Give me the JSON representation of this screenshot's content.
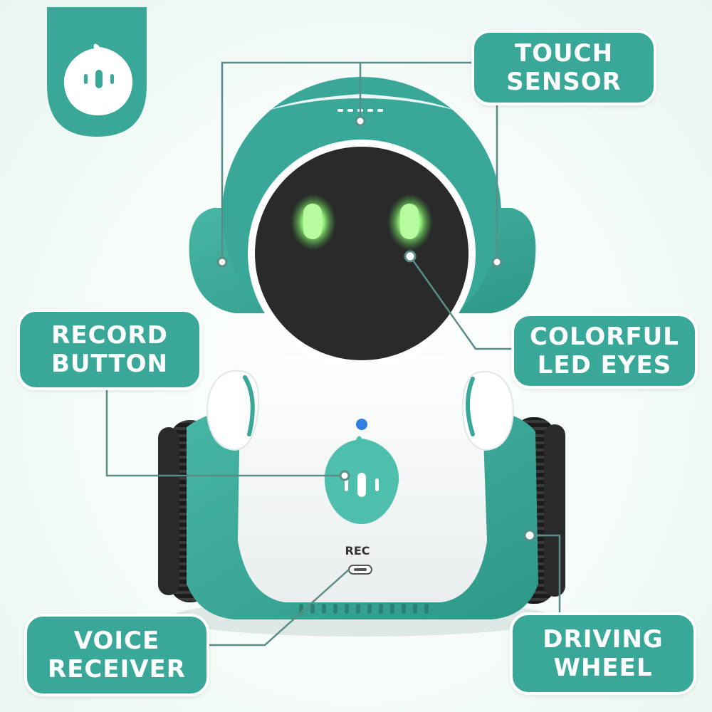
{
  "callouts": {
    "touch_sensor": "TOUCH\nSENSOR",
    "colorful_led_eyes": "COLORFUL\nLED EYES",
    "record_button": "RECORD\nBUTTON",
    "voice_receiver": "VOICE\nRECEIVER",
    "driving_wheel": "DRIVING\nWHEEL"
  },
  "robot": {
    "rec_label": "REC"
  },
  "colors": {
    "teal": "#3aa898",
    "teal_dark": "#2c8f80",
    "eye_green": "#8ef07a",
    "screen": "#2a2a2a",
    "leader_line": "#5a8d85"
  }
}
